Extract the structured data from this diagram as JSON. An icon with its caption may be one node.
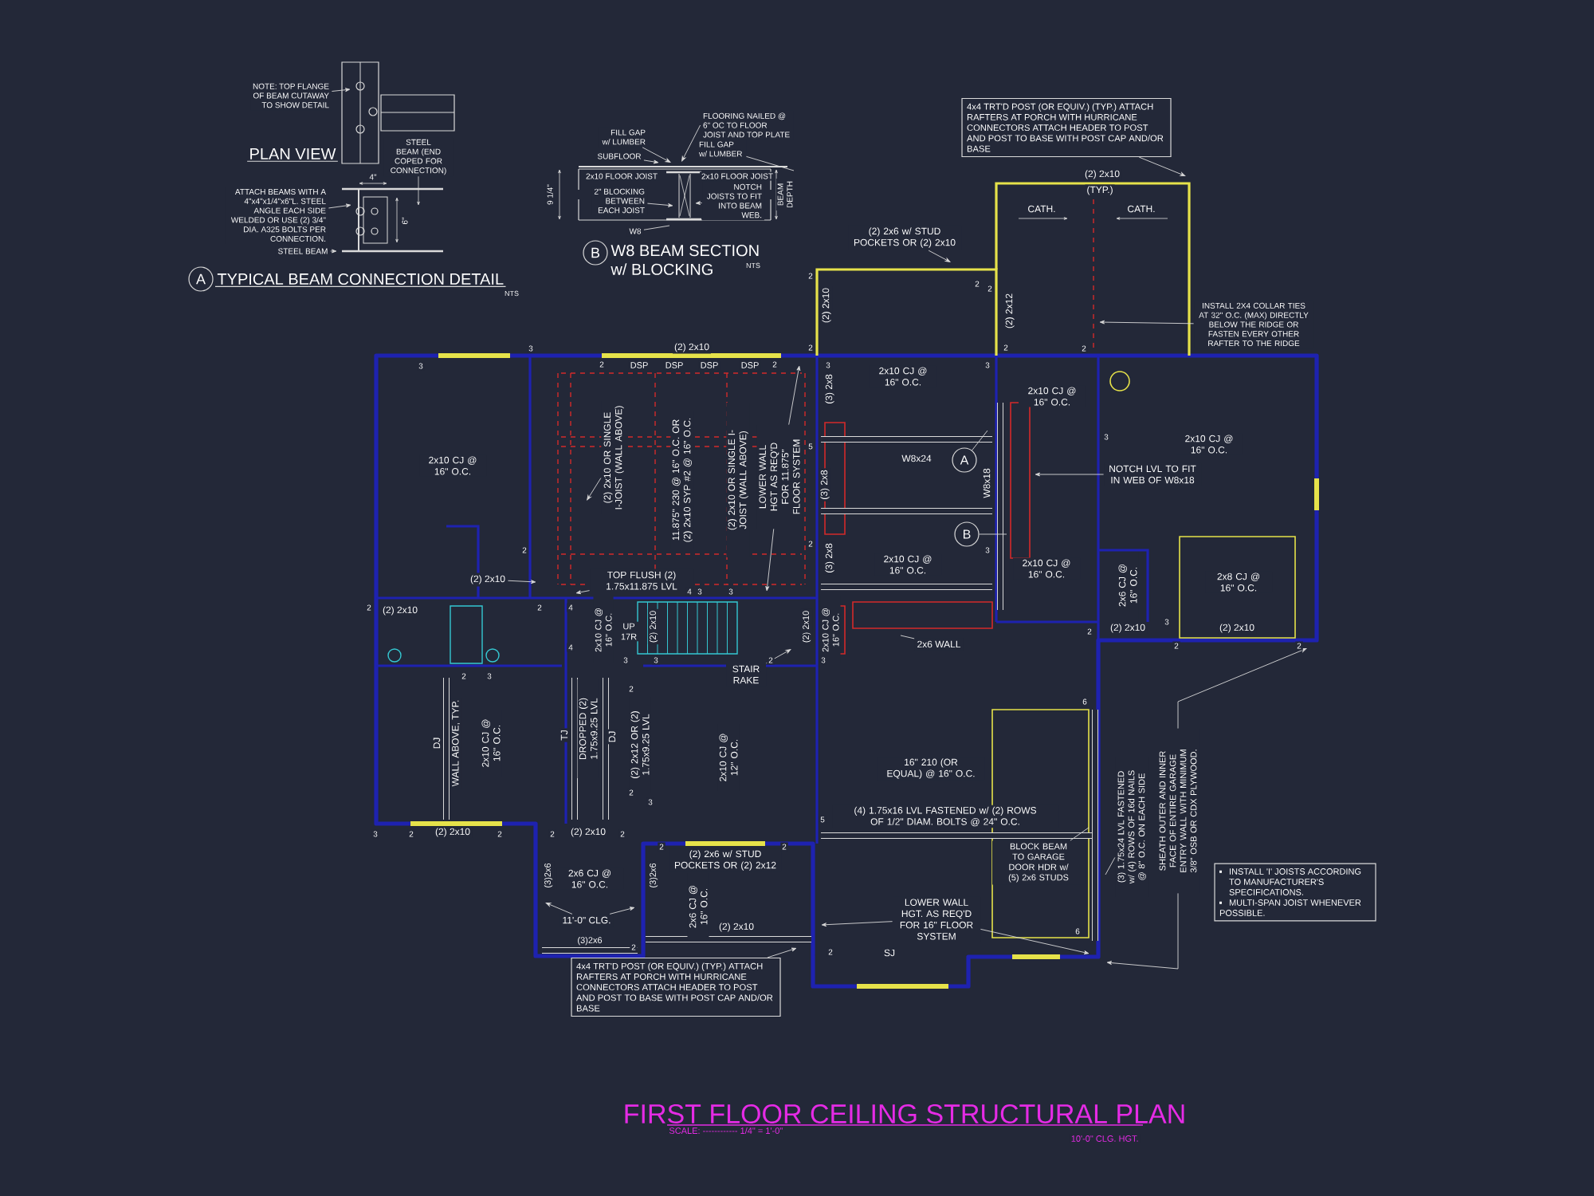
{
  "diagram": {
    "title": "FIRST FLOOR CEILING STRUCTURAL PLAN",
    "nodes": [
      {
        "text": [
          "NOTE: TOP FLANGE OF BEAM CUTAWAY TO SHOW DETAIL"
        ]
      },
      {
        "text": [
          "ATTACH BEAMS WITH A 4\"x4\"x1/4\"x6\"L. STEEL ANGLE EACH SIDE WELDED OR USE (2) 3/4\" DIA. A325 BOLTS PER CONNECTION."
        ]
      },
      {
        "text": [
          "STEEL BEAM"
        ]
      },
      {
        "text": [
          "FILL GAP w/ LUMBER"
        ]
      },
      {
        "text": [
          "SUBFLOOR"
        ]
      },
      {
        "text": [
          "FLOORING NAILED @ 6\" OC TO FLOOR JOIST AND TOP PLATE"
        ]
      },
      {
        "text": [
          "FILL GAP w/ LUMBER"
        ]
      },
      {
        "text": [
          "2\" BLOCKING BETWEEN EACH JOIST"
        ],
        "in": 32
      },
      {
        "text": [
          "NOTCH JOISTS TO FIT INTO BEAM WEB."
        ],
        "in": 32
      },
      {
        "text": [
          "W8"
        ]
      },
      {
        "text": [
          "4x4 TRT'D POST (OR EQUIV.) (TYP.) ATTACH RAFTERS AT PORCH WITH HURRICANE CONNECTORS ATTACH HEADER TO POST AND POST TO BASE WITH POST CAP AND/OR BASE"
        ]
      },
      {
        "text": [
          "(2) 2x6 w/ STUD POCKETS OR (2) 2x10"
        ]
      },
      {
        "text": [
          "INSTALL 2X4 COLLAR TIES AT 32\" O.C. (MAX) DIRECTLY BELOW THE RIDGE OR FASTEN EVERY OTHER RAFTER TO THE RIDGE"
        ]
      },
      {
        "text": [
          "(2) 2x10 OR SINGLE I-JOIST (WALL ABOVE)"
        ],
        "in": 33
      },
      {
        "text": [
          "LOWER WALL HGT AS REQ'D FOR 11.875\" FLOOR SYSTEM"
        ],
        "in": 33
      },
      {
        "text": [
          "(2) 2x10"
        ],
        "in": 33
      },
      {
        "text": [
          "TOP FLUSH (2) 1.75x11.875 LVL"
        ],
        "in": 33
      },
      {
        "text": [
          "STAIR RAKE"
        ],
        "in": 33
      },
      {
        "text": [
          "A"
        ],
        "in": 33
      },
      {
        "text": [
          "B"
        ],
        "in": 33
      },
      {
        "text": [
          "NOTCH LVL TO FIT IN WEB OF W8x18"
        ],
        "in": 33
      },
      {
        "text": [
          "2x6 WALL"
        ],
        "in": 33
      },
      {
        "text": [
          "11'-0\" CLG."
        ],
        "in": 33
      },
      {
        "text": [
          "4x4 TRT'D POST (OR EQUIV.) (TYP.) ATTACH RAFTERS AT PORCH WITH HURRICANE CONNECTORS ATTACH HEADER TO POST AND POST TO BASE WITH POST CAP AND/OR BASE"
        ]
      },
      {
        "text": [
          "BLOCK BEAM TO GARAGE DOOR HDR w/ (5) 2x6 STUDS"
        ],
        "in": 33
      },
      {
        "text": [
          "(3) 1.75x24 LVL FASTENED w/ (4) ROWS OF 16d NAILS @ 8\" O.C. ON EACH SIDE"
        ],
        "in": 33
      },
      {
        "text": [
          "SHEATH OUTER AND INNER FACE OF ENTIRE GARAGE ENTRY WALL WITH MINIMUM 3/8\" OSB OR CDX PLYWOOD."
        ],
        "in": 33
      },
      {
        "text": [
          "LOWER WALL HGT. AS REQ'D FOR 16\" FLOOR SYSTEM"
        ],
        "in": 33
      },
      {
        "text": [
          "INSTALL 'I' JOISTS ACCORDING TO MANUFACTURER'S SPECIFICATIONS.",
          "MULTI-SPAN JOIST WHENEVER POSSIBLE."
        ]
      },
      {
        "text": [
          "A"
        ],
        "beside": [
          "TYPICAL BEAM CONNECTION DETAIL",
          "NTS"
        ]
      },
      {
        "text": [
          "B"
        ],
        "beside": [
          "W8 BEAM SECTION w/ BLOCKING",
          "NTS"
        ]
      },
      {
        "text": [],
        "shape": "picture",
        "beside": [
          "PLAN VIEW"
        ]
      },
      {
        "text": [],
        "shape": "picture"
      },
      {
        "text": [],
        "shape": "picture"
      }
    ],
    "edges": [
      {
        "from": 0,
        "to": 31,
        "arrow": "to"
      },
      {
        "from": 1,
        "to": 31,
        "arrow": "to"
      },
      {
        "from": 2,
        "to": 31,
        "arrow": "to"
      },
      {
        "from": 3,
        "to": 32,
        "arrow": "to"
      },
      {
        "from": 4,
        "to": 32,
        "arrow": "to"
      },
      {
        "from": 5,
        "to": 32,
        "arrow": "to"
      },
      {
        "from": 6,
        "to": 32,
        "arrow": "none"
      },
      {
        "from": 7,
        "to": 32,
        "arrow": "to"
      },
      {
        "from": 8,
        "to": 32,
        "arrow": "to"
      },
      {
        "from": 9,
        "to": 32,
        "arrow": "none"
      },
      {
        "from": 10,
        "to": 33,
        "arrow": "to"
      },
      {
        "from": 11,
        "to": 33,
        "arrow": "to"
      },
      {
        "from": 12,
        "to": 33,
        "arrow": "to"
      },
      {
        "from": 13,
        "to": 33,
        "arrow": "to"
      },
      {
        "from": 14,
        "to": 33,
        "arrow": "to"
      },
      {
        "from": 14,
        "to": 33,
        "arrow": "to"
      },
      {
        "from": 15,
        "to": 33,
        "arrow": "to"
      },
      {
        "from": 16,
        "to": 33,
        "arrow": "to"
      },
      {
        "from": 17,
        "to": 33,
        "arrow": "to"
      },
      {
        "from": 18,
        "to": 33,
        "arrow": "none"
      },
      {
        "from": 19,
        "to": 33,
        "arrow": "none"
      },
      {
        "from": 20,
        "to": 33,
        "arrow": "to"
      },
      {
        "from": 21,
        "to": 33,
        "arrow": "none"
      },
      {
        "from": 22,
        "to": 33,
        "arrow": "to"
      },
      {
        "from": 22,
        "to": 33,
        "arrow": "to"
      },
      {
        "from": 23,
        "to": 33,
        "arrow": "to"
      },
      {
        "from": 24,
        "to": 33,
        "arrow": "none"
      },
      {
        "from": 25,
        "to": 33,
        "arrow": "none"
      },
      {
        "from": 26,
        "to": 33,
        "arrow": "to"
      },
      {
        "from": 26,
        "to": 33,
        "arrow": "to"
      },
      {
        "from": 27,
        "to": 33,
        "arrow": "to"
      },
      {
        "from": 27,
        "to": 33,
        "arrow": "to"
      }
    ],
    "labels": [
      "STEEL BEAM (END COPED FOR CONNECTION)",
      "4\"",
      "6\"",
      "2x10 FLOOR JOIST",
      "2x10 FLOOR JOIST",
      "9 1/4\"",
      "BEAM DEPTH",
      "(2) 2x10",
      "(TYP.)",
      "CATH.",
      "CATH.",
      "(2) 2x10",
      "(2) 2x12",
      "(2) 2x10",
      "DSP",
      "DSP",
      "DSP",
      "DSP",
      "2x10 CJ @ 16\" O.C.",
      "11.875\" 230 @ 16\" O.C. OR (2) 2x10 SYP #2 @ 16\" O.C.",
      "(2) 2x10 OR SINGLE I-JOIST (WALL ABOVE)",
      "(3) 2x8",
      "(3) 2x8",
      "(3) 2x8",
      "(2) 2x10",
      "2x10 CJ @ 16\" O.C.",
      "UP 17R",
      "(2) 2x10",
      "(2) 2x10",
      "2x10 CJ @ 16\" O.C.",
      "2x10 CJ @ 16\" O.C.",
      "2x10 CJ @ 16\" O.C.",
      "W8x24",
      "W8x18",
      "2x10 CJ @ 16\" O.C.",
      "2x10 CJ @ 16\" O.C.",
      "2x10 CJ @ 16\" O.C.",
      "2x6 CJ @ 16\" O.C.",
      "2x8 CJ @ 16\" O.C.",
      "(2) 2x10",
      "(2) 2x10",
      "DJ",
      "WALL ABOVE, TYP.",
      "2x10 CJ @ 16\" O.C.",
      "TJ",
      "DROPPED (2) 1.75x9.25 LVL",
      "DJ",
      "(2) 2x12 OR (2) 1.75x9.25 LVL",
      "2x10 CJ @ 12\" O.C.",
      "(2) 2x10",
      "(2) 2x10",
      "(2) 2x6 w/ STUD POCKETS OR (2) 2x12",
      "(3)2x6",
      "2x6 CJ @ 16\" O.C.",
      "(3)2x6",
      "2x6 CJ @ 16\" O.C.",
      "(2) 2x10",
      "(3)2x6",
      "16\" 210 (OR EQUAL) @ 16\" O.C.",
      "(4) 1.75x16 LVL FASTENED w/ (2) ROWS OF 1/2\" DIAM. BOLTS @ 24\" O.C.",
      "SJ",
      "SCALE: ------------ 1/4\" = 1'-0\"",
      "10'-0\" CLG. HGT.",
      "3",
      "3",
      "2",
      "2",
      "2",
      "3",
      "5",
      "2",
      "2",
      "2",
      "2",
      "4",
      "4",
      "3",
      "3",
      "4",
      "3",
      "3",
      "2",
      "3",
      "2",
      "3",
      "3",
      "2",
      "2",
      "3",
      "3",
      "2",
      "3",
      "2",
      "2",
      "3",
      "2",
      "2",
      "2",
      "2",
      "2",
      "2",
      "3",
      "2",
      "2",
      "2",
      "2",
      "5",
      "6",
      "6",
      "2",
      "2",
      "2"
    ]
  }
}
